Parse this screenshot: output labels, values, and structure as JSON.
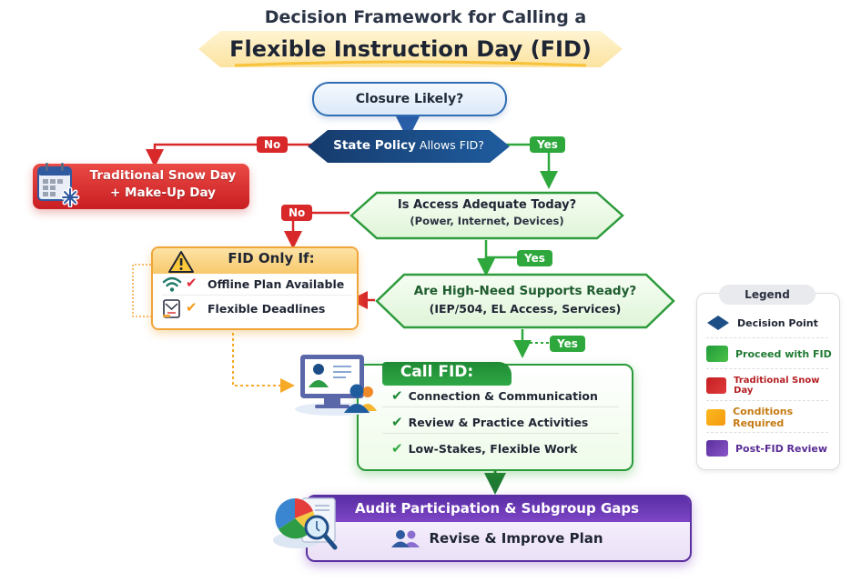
{
  "title": {
    "line1": "Decision Framework for Calling a",
    "line2": "Flexible Instruction Day (FID)"
  },
  "nodes": {
    "start": "Closure Likely?",
    "state_policy": {
      "bold": "State Policy",
      "rest": " Allows FID?"
    },
    "access": {
      "title": "Is Access Adequate Today?",
      "sub": "(Power, Internet, Devices)"
    },
    "supports": {
      "title": "Are High-Need Supports Ready?",
      "sub": "(IEP/504, EL Access, Services)"
    },
    "snow_day": {
      "line1": "Traditional Snow Day",
      "line2": "+ Make-Up Day"
    },
    "conditions": {
      "title": "FID Only If:",
      "items": [
        "Offline Plan Available",
        "Flexible Deadlines"
      ]
    },
    "call_fid": {
      "title": "Call FID:",
      "items": [
        "Connection & Communication",
        "Review & Practice Activities",
        "Low-Stakes, Flexible Work"
      ]
    },
    "review": {
      "title": "Audit Participation & Subgroup Gaps",
      "sub": "Revise & Improve Plan"
    }
  },
  "edge_labels": {
    "policy_no": "No",
    "policy_yes": "Yes",
    "access_no": "No",
    "access_yes": "Yes",
    "supports_yes": "Yes"
  },
  "icons": {
    "snow_day": "calendar-snowflake-icon",
    "conditions": "warning-icon",
    "offline": "wifi-icon",
    "deadlines": "document-icon",
    "call_fid": "monitor-people-icon",
    "review": "pie-chart-magnifier-icon",
    "revise": "people-icon"
  },
  "legend": {
    "title": "Legend",
    "items": [
      {
        "label": "Decision Point",
        "color": "#1d4f86",
        "text_color": "#1f2533"
      },
      {
        "label": "Proceed with FID",
        "color": "#2ea83c",
        "text_color": "#1f7a32"
      },
      {
        "label": "Traditional Snow Day",
        "color": "#d3262b",
        "text_color": "#b41e22"
      },
      {
        "label": "Conditions Required",
        "color": "#fbab1c",
        "text_color": "#c57a12"
      },
      {
        "label": "Post-FID Review",
        "color": "#6f3aa8",
        "text_color": "#5a2c95"
      }
    ]
  },
  "colors": {
    "decision": "#1d4f86",
    "proceed": "#2ea83c",
    "snow": "#d3262b",
    "conditions": "#f0a53a",
    "review": "#6f3aa8"
  }
}
